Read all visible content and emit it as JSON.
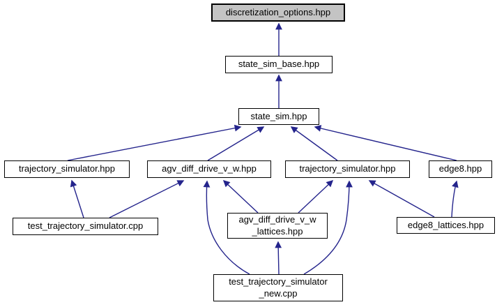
{
  "diagram": {
    "type": "include-dependency-graph",
    "colors": {
      "edge": "#24248c",
      "node_fill": "#ffffff",
      "node_border": "#000000",
      "highlight_fill": "#c4c4c4"
    },
    "nodes": [
      {
        "id": "discretization_options",
        "label": "discretization_options.hpp",
        "highlighted": true
      },
      {
        "id": "state_sim_base",
        "label": "state_sim_base.hpp",
        "highlighted": false
      },
      {
        "id": "state_sim",
        "label": "state_sim.hpp",
        "highlighted": false
      },
      {
        "id": "trajectory_simulator_left",
        "label": "trajectory_simulator.hpp",
        "highlighted": false
      },
      {
        "id": "agv_diff_drive_v_w",
        "label": "agv_diff_drive_v_w.hpp",
        "highlighted": false
      },
      {
        "id": "trajectory_simulator_right",
        "label": "trajectory_simulator.hpp",
        "highlighted": false
      },
      {
        "id": "edge8",
        "label": "edge8.hpp",
        "highlighted": false
      },
      {
        "id": "test_trajectory_simulator",
        "label": "test_trajectory_simulator.cpp",
        "highlighted": false
      },
      {
        "id": "agv_diff_drive_v_w_lattices",
        "label": "agv_diff_drive_v_w\n_lattices.hpp",
        "highlighted": false
      },
      {
        "id": "edge8_lattices",
        "label": "edge8_lattices.hpp",
        "highlighted": false
      },
      {
        "id": "test_trajectory_simulator_new",
        "label": "test_trajectory_simulator\n_new.cpp",
        "highlighted": false
      }
    ],
    "edges": [
      {
        "from": "state_sim_base",
        "to": "discretization_options"
      },
      {
        "from": "state_sim",
        "to": "state_sim_base"
      },
      {
        "from": "trajectory_simulator_left",
        "to": "state_sim"
      },
      {
        "from": "agv_diff_drive_v_w",
        "to": "state_sim"
      },
      {
        "from": "trajectory_simulator_right",
        "to": "state_sim"
      },
      {
        "from": "edge8",
        "to": "state_sim"
      },
      {
        "from": "test_trajectory_simulator",
        "to": "trajectory_simulator_left"
      },
      {
        "from": "test_trajectory_simulator",
        "to": "agv_diff_drive_v_w"
      },
      {
        "from": "agv_diff_drive_v_w_lattices",
        "to": "agv_diff_drive_v_w"
      },
      {
        "from": "agv_diff_drive_v_w_lattices",
        "to": "trajectory_simulator_right"
      },
      {
        "from": "edge8_lattices",
        "to": "trajectory_simulator_right"
      },
      {
        "from": "edge8_lattices",
        "to": "edge8"
      },
      {
        "from": "test_trajectory_simulator_new",
        "to": "agv_diff_drive_v_w"
      },
      {
        "from": "test_trajectory_simulator_new",
        "to": "agv_diff_drive_v_w_lattices"
      },
      {
        "from": "test_trajectory_simulator_new",
        "to": "trajectory_simulator_right"
      }
    ]
  }
}
